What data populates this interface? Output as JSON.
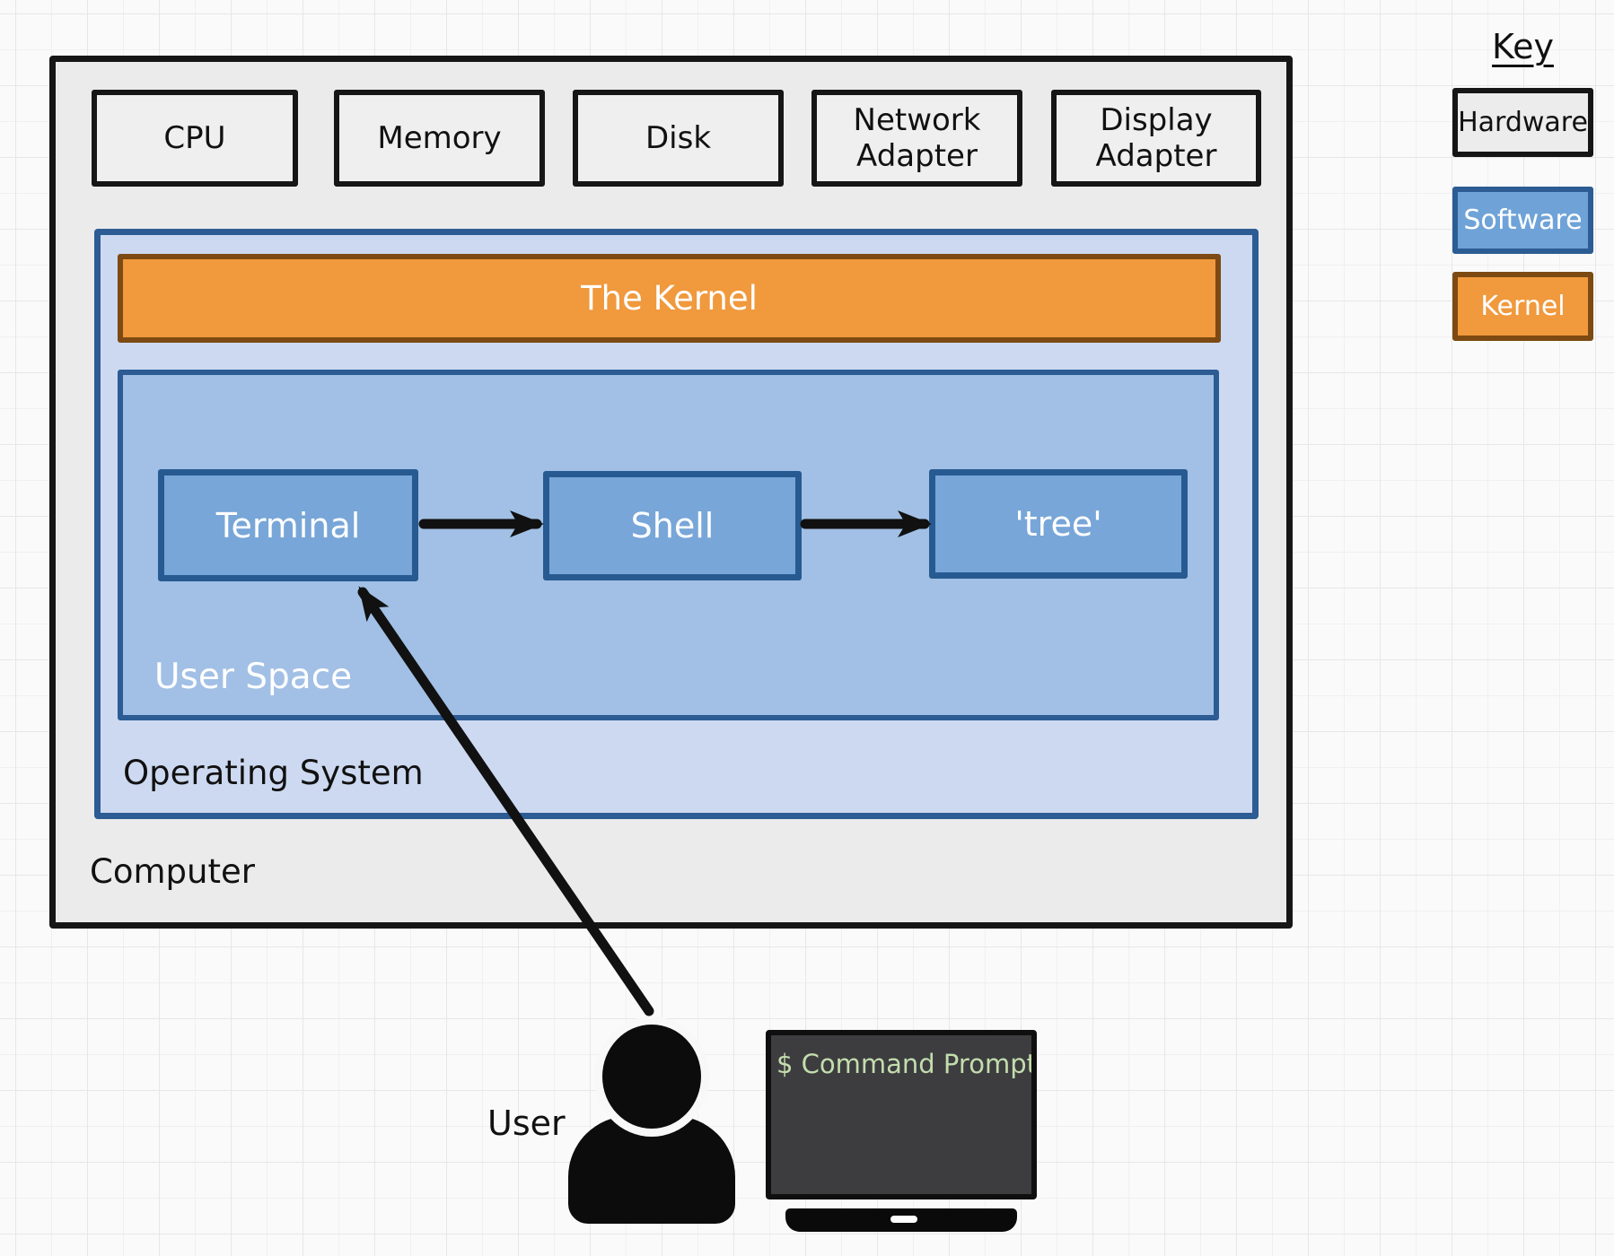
{
  "diagram": {
    "computer_label": "Computer",
    "hardware": [
      "CPU",
      "Memory",
      "Disk",
      "Network Adapter",
      "Display Adapter"
    ],
    "os_label": "Operating System",
    "kernel_label": "The Kernel",
    "user_space_label": "User Space",
    "processes": [
      "Terminal",
      "Shell",
      "'tree'"
    ],
    "user_label": "User",
    "monitor_text": "$ Command Prompt"
  },
  "key": {
    "title": "Key",
    "items": [
      {
        "label": "Hardware",
        "fill": "#ececec",
        "border": "#161616",
        "text_color": "#111111"
      },
      {
        "label": "Software",
        "fill": "#6fa3d8",
        "border": "#2c5c93",
        "text_color": "#ffffff"
      },
      {
        "label": "Kernel",
        "fill": "#f0993d",
        "border": "#7c4a12",
        "text_color": "#ffffff"
      }
    ]
  },
  "colors": {
    "background": "#fafafa",
    "grid_line": "#e7e7e7",
    "computer_fill": "#ebebeb",
    "hardware_border": "#161616",
    "os_fill": "#cdd9f1",
    "os_border": "#2c5c93",
    "user_space_fill": "#a2c0e5",
    "process_fill": "#78a6d8",
    "process_border": "#275a91",
    "kernel_fill": "#f0993d",
    "kernel_border": "#7c4a12",
    "arrow": "#111111",
    "monitor_bg": "#3d3d40",
    "terminal_text_green": "#c3ddad"
  }
}
